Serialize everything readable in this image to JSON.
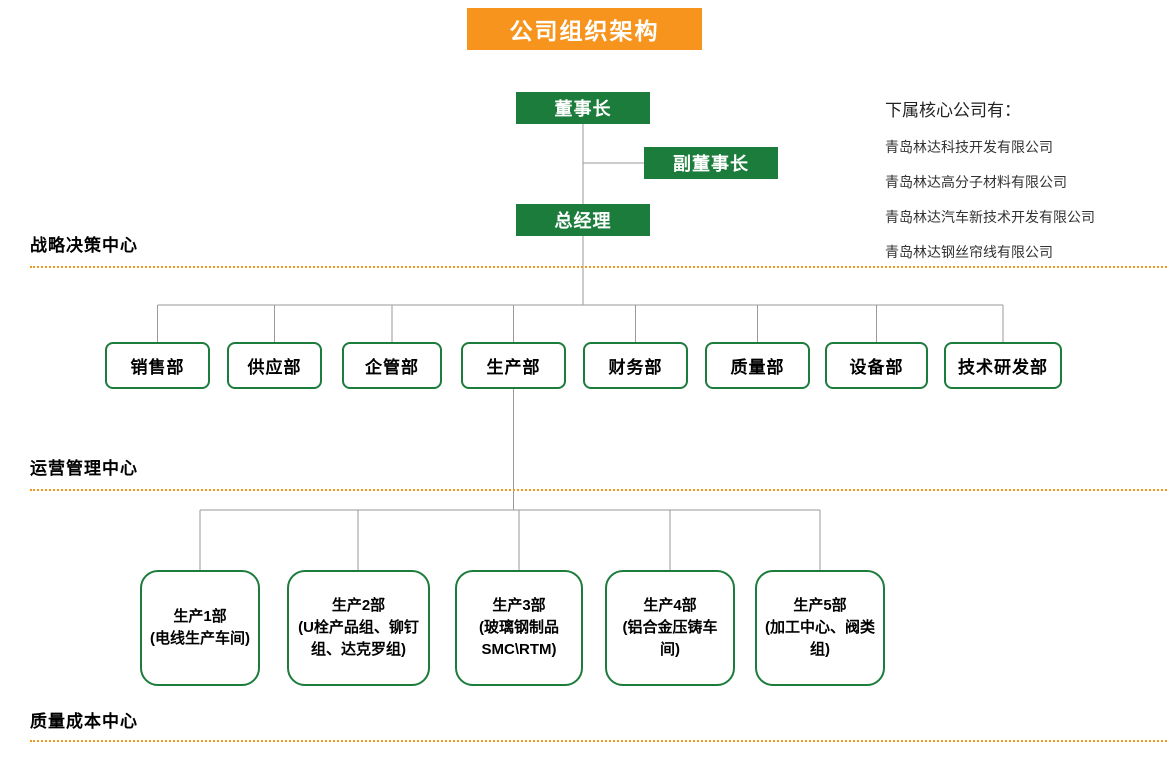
{
  "title": "公司组织架构",
  "subsidiaries": {
    "heading": "下属核心公司有：",
    "items": [
      "青岛林达科技开发有限公司",
      "青岛林达高分子材料有限公司",
      "青岛林达汽车新技术开发有限公司",
      "青岛林达钢丝帘线有限公司"
    ]
  },
  "executives": {
    "chairman": "董事长",
    "vice_chairman": "副董事长",
    "general_manager": "总经理"
  },
  "sections": {
    "strategic": "战略决策中心",
    "operations": "运营管理中心",
    "quality": "质量成本中心"
  },
  "departments": [
    "销售部",
    "供应部",
    "企管部",
    "生产部",
    "财务部",
    "质量部",
    "设备部",
    "技术研发部"
  ],
  "production_departments": [
    "生产1部\n(电线生产车间)",
    "生产2部\n(U栓产品组、铆钉组、达克罗组)",
    "生产3部\n(玻璃钢制品SMC\\RTM)",
    "生产4部\n(铝合金压铸车间)",
    "生产5部\n(加工中心、阀类组)"
  ],
  "colors": {
    "accent_orange": "#F7941D",
    "brand_green": "#1C7C3C",
    "connector_gray": "#9a9a9a"
  }
}
